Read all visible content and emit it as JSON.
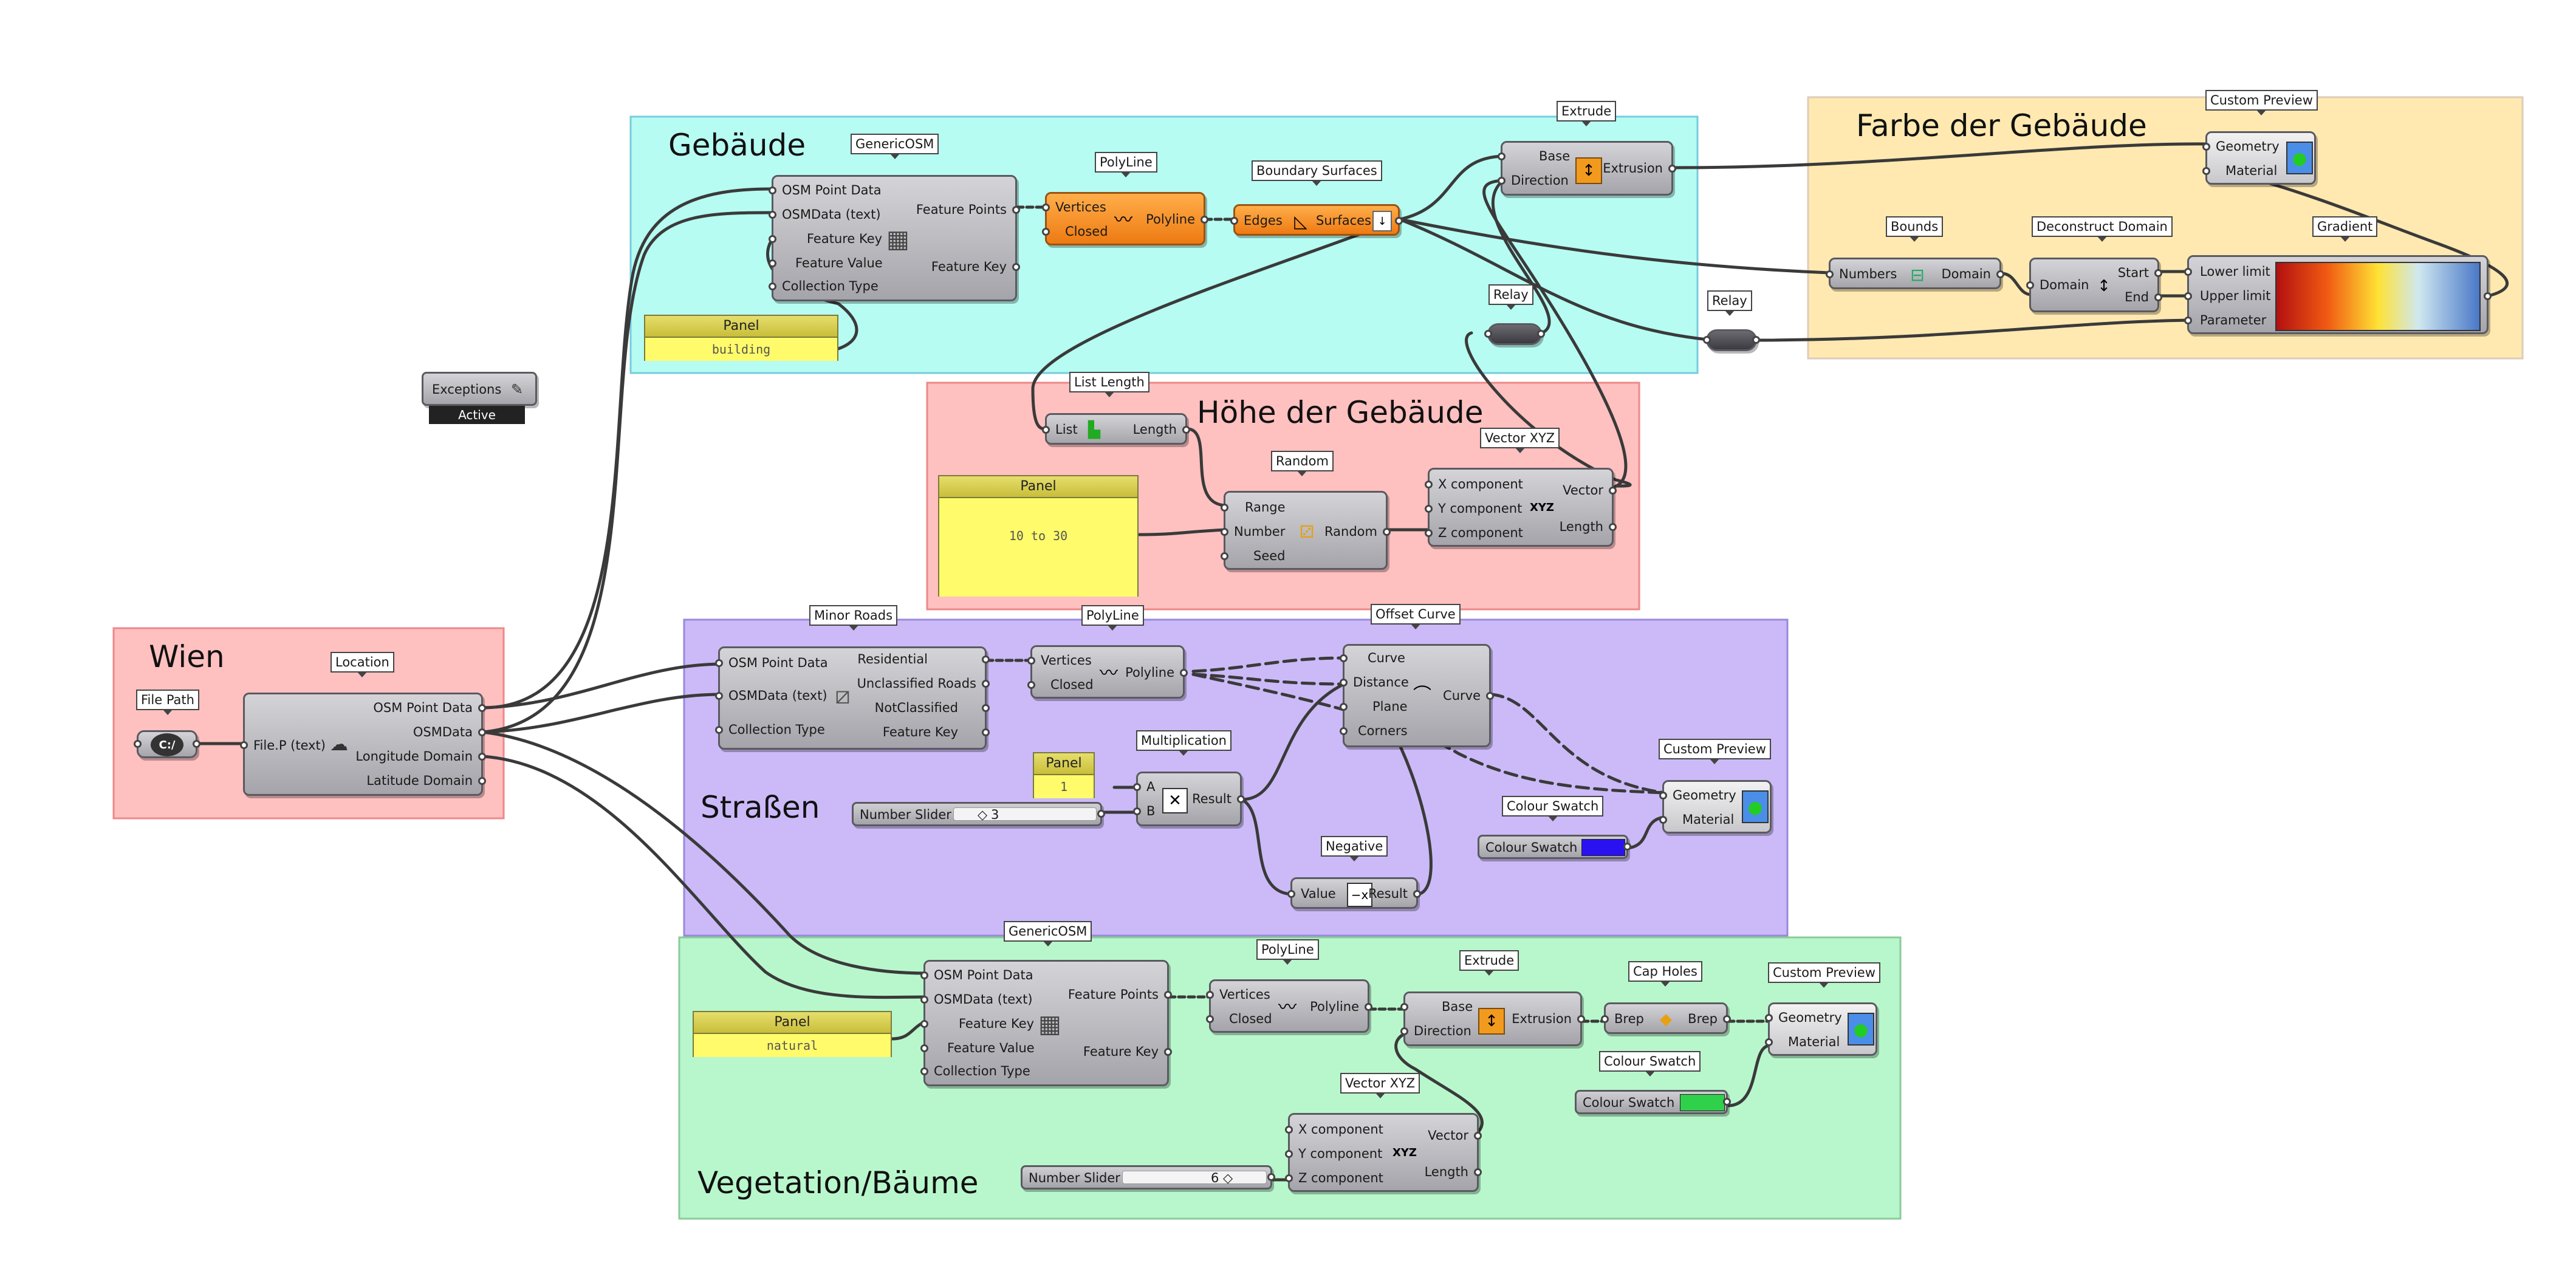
{
  "groups": {
    "wien": "Wien",
    "gebaeude": "Gebäude",
    "farbe": "Farbe der Gebäude",
    "hoehe": "Höhe der Gebäude",
    "strassen": "Straßen",
    "vegetation": "Vegetation/Bäume"
  },
  "tags": {
    "file_path": "File Path",
    "location": "Location",
    "exceptions": "Exceptions",
    "exceptions_active": "Active",
    "generic_osm_1": "GenericOSM",
    "polyline_1": "PolyLine",
    "boundary": "Boundary Surfaces",
    "extrude_1": "Extrude",
    "custom_preview_1": "Custom Preview",
    "bounds": "Bounds",
    "deconstruct": "Deconstruct Domain",
    "gradient": "Gradient",
    "relay_1": "Relay",
    "relay_2": "Relay",
    "list_length": "List Length",
    "random": "Random",
    "vector_1": "Vector XYZ",
    "minor_roads": "Minor Roads",
    "polyline_2": "PolyLine",
    "offset_curve": "Offset Curve",
    "multiplication": "Multiplication",
    "custom_preview_2": "Custom Preview",
    "colour_swatch_tag_1": "Colour Swatch",
    "negative": "Negative",
    "generic_osm_2": "GenericOSM",
    "polyline_3": "PolyLine",
    "extrude_2": "Extrude",
    "cap_holes": "Cap Holes",
    "custom_preview_3": "Custom Preview",
    "colour_swatch_tag_2": "Colour Swatch",
    "vector_2": "Vector XYZ"
  },
  "nodes": {
    "location": {
      "in": "File.P (text)",
      "out": [
        "OSM Point Data",
        "OSMData",
        "Longitude Domain",
        "Latitude Domain"
      ]
    },
    "generic_osm_1": {
      "in": [
        "OSM Point Data",
        "OSMData (text)",
        "Feature Key",
        "Feature Value",
        "Collection Type"
      ],
      "out": [
        "Feature Points",
        "Feature Key"
      ]
    },
    "polyline": {
      "in": [
        "Vertices",
        "Closed"
      ],
      "out": "Polyline"
    },
    "boundary": {
      "in": "Edges",
      "out": "Surfaces"
    },
    "extrude": {
      "in": [
        "Base",
        "Direction"
      ],
      "out": "Extrusion"
    },
    "custom_preview": {
      "in": [
        "Geometry",
        "Material"
      ]
    },
    "bounds": {
      "in": "Numbers",
      "out": "Domain"
    },
    "deconstruct": {
      "in": "Domain",
      "out": [
        "Start",
        "End"
      ]
    },
    "gradient": {
      "in": [
        "Lower limit",
        "Upper limit",
        "Parameter"
      ]
    },
    "list_length": {
      "in": "List",
      "out": "Length"
    },
    "random": {
      "in": [
        "Range",
        "Number",
        "Seed"
      ],
      "out": "Random"
    },
    "vector": {
      "in": [
        "X component",
        "Y component",
        "Z component"
      ],
      "out": [
        "Vector",
        "Length"
      ]
    },
    "minor_roads": {
      "in": [
        "OSM Point Data",
        "OSMData (text)",
        "Collection Type"
      ],
      "out": [
        "Residential",
        "Unclassified Roads",
        "NotClassified",
        "Feature Key"
      ]
    },
    "offset_curve": {
      "in": [
        "Curve",
        "Distance",
        "Plane",
        "Corners"
      ],
      "out": "Curve"
    },
    "multiplication": {
      "in": [
        "A",
        "B"
      ],
      "out": "Result"
    },
    "negative": {
      "in": "Value",
      "out": "Result"
    },
    "colour_swatch": "Colour Swatch",
    "cap_holes": {
      "in": "Brep",
      "out": "Brep"
    },
    "file_path_icon": "C:/"
  },
  "panels": {
    "label": "Panel",
    "building": "building",
    "height_range": "10 to 30",
    "multiplier": "1",
    "natural": "natural"
  },
  "sliders": {
    "label": "Number Slider",
    "roads_value": "3",
    "vegetation_value": "6"
  },
  "colors": {
    "wien_group": "#ffc0c0",
    "gebaeude_group": "#b6fcf2",
    "farbe_group": "#ffe9b0",
    "hoehe_group": "#ffc0c0",
    "strassen_group": "#cbbaf7",
    "vegetation_group": "#b8f7cc",
    "orange_node": "#f08a1e",
    "road_swatch": "#2a12f0",
    "veg_swatch": "#2fd04a",
    "wire": "#3a3a3a"
  }
}
